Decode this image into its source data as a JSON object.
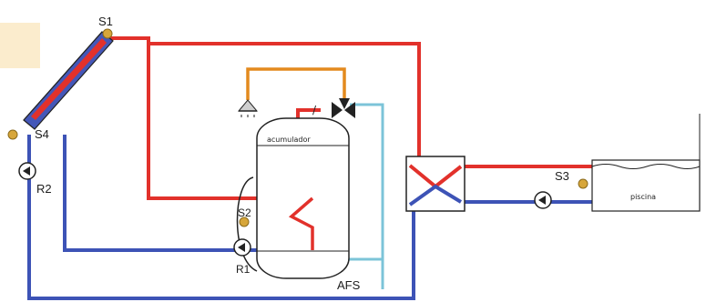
{
  "labels": {
    "s1": "S1",
    "s2": "S2",
    "s3": "S3",
    "s4": "S4",
    "r1": "R1",
    "r2": "R2",
    "tank": "acumulador",
    "pool": "piscina",
    "afs": "AFS"
  },
  "colors": {
    "hot": "#e2312b",
    "cold": "#3d53b6",
    "supply": "#7cc4d8",
    "shower": "#e38a1e",
    "sensor": "#d7a63a",
    "panel_tab": "#fbeccd",
    "line": "#222222"
  }
}
